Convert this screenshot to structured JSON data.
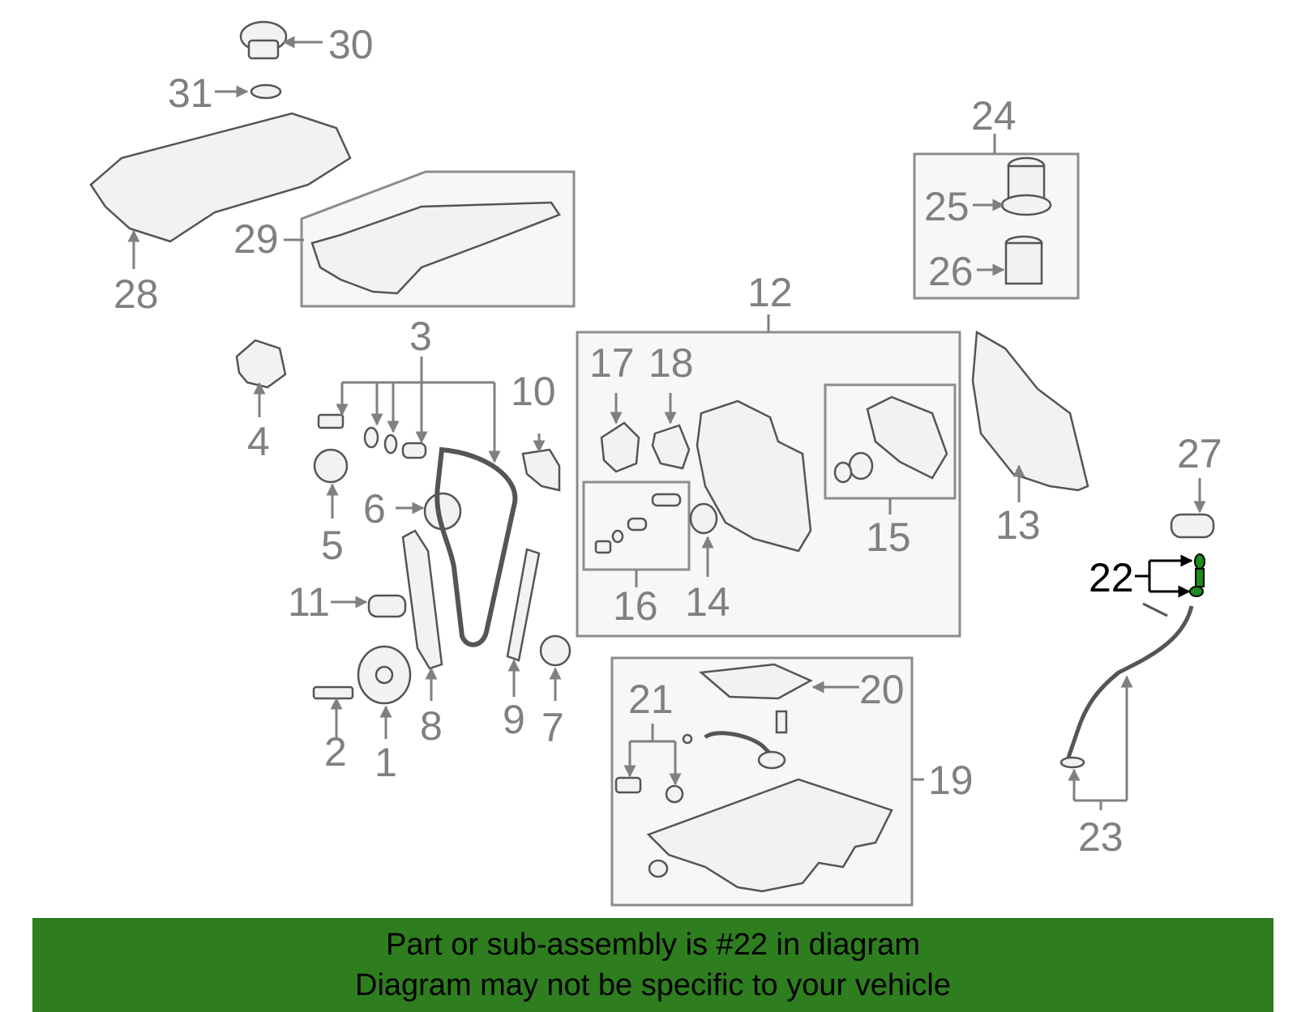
{
  "callouts": [
    "1",
    "2",
    "3",
    "4",
    "5",
    "6",
    "7",
    "8",
    "9",
    "10",
    "11",
    "12",
    "13",
    "14",
    "15",
    "16",
    "17",
    "18",
    "19",
    "20",
    "21",
    "22",
    "23",
    "24",
    "25",
    "26",
    "27",
    "28",
    "29",
    "30",
    "31"
  ],
  "highlighted_callout": "22",
  "colors": {
    "banner": "#2e7d1f",
    "highlight_part": "#1f8a1f",
    "label_gray": "#808080"
  },
  "banner": {
    "line1": "Part or sub-assembly is #22 in diagram",
    "line2": "Diagram may not be specific to your vehicle"
  }
}
